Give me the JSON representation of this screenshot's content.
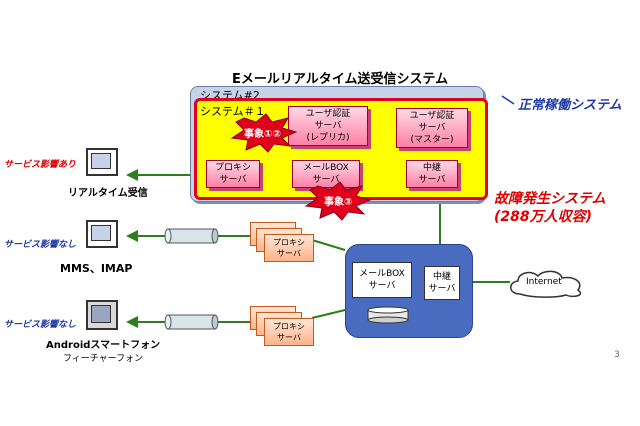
{
  "title": "Eメールリアルタイム送受信システム",
  "system2_label": "システム#2",
  "system1_label": "システム＃１",
  "status_normal": "正常稼働システム",
  "status_fault_line1": "故障発生システム",
  "status_fault_line2": "(288万人収容)",
  "incidents": {
    "a": "事象①②",
    "b": "事象③"
  },
  "servers": {
    "user_auth_replica": [
      "ユーザ認証",
      "サーバ",
      "(レプリカ)"
    ],
    "user_auth_master": [
      "ユーザ認証",
      "サーバ",
      "(マスター)"
    ],
    "proxy": [
      "プロキシ",
      "サーバ"
    ],
    "mailbox": [
      "メールBOX",
      "サーバ"
    ],
    "relay": [
      "中継",
      "サーバ"
    ],
    "lower_proxy1": [
      "プロキシ",
      "サーバ"
    ],
    "lower_proxy2": [
      "プロキシ",
      "サーバ"
    ],
    "lower_mailbox": [
      "メールBOX",
      "サーバ"
    ],
    "lower_relay": [
      "中継",
      "サーバ"
    ]
  },
  "internet": "Internet",
  "devices": [
    {
      "impact": "サービス影響あり",
      "name": "リアルタイム受信"
    },
    {
      "impact": "サービス影響なし",
      "name": "MMS、IMAP"
    },
    {
      "impact": "サービス影響なし",
      "name_line1": "Androidスマートフォン",
      "name_line2": "フィーチャーフォン"
    }
  ],
  "page_number": "3",
  "colors": {
    "normal": "#c5d2ea",
    "fault": "#ffff00",
    "fault_border": "#e00000",
    "accent_blue": "#1f3aa8",
    "link_green": "#2e7d1e"
  }
}
